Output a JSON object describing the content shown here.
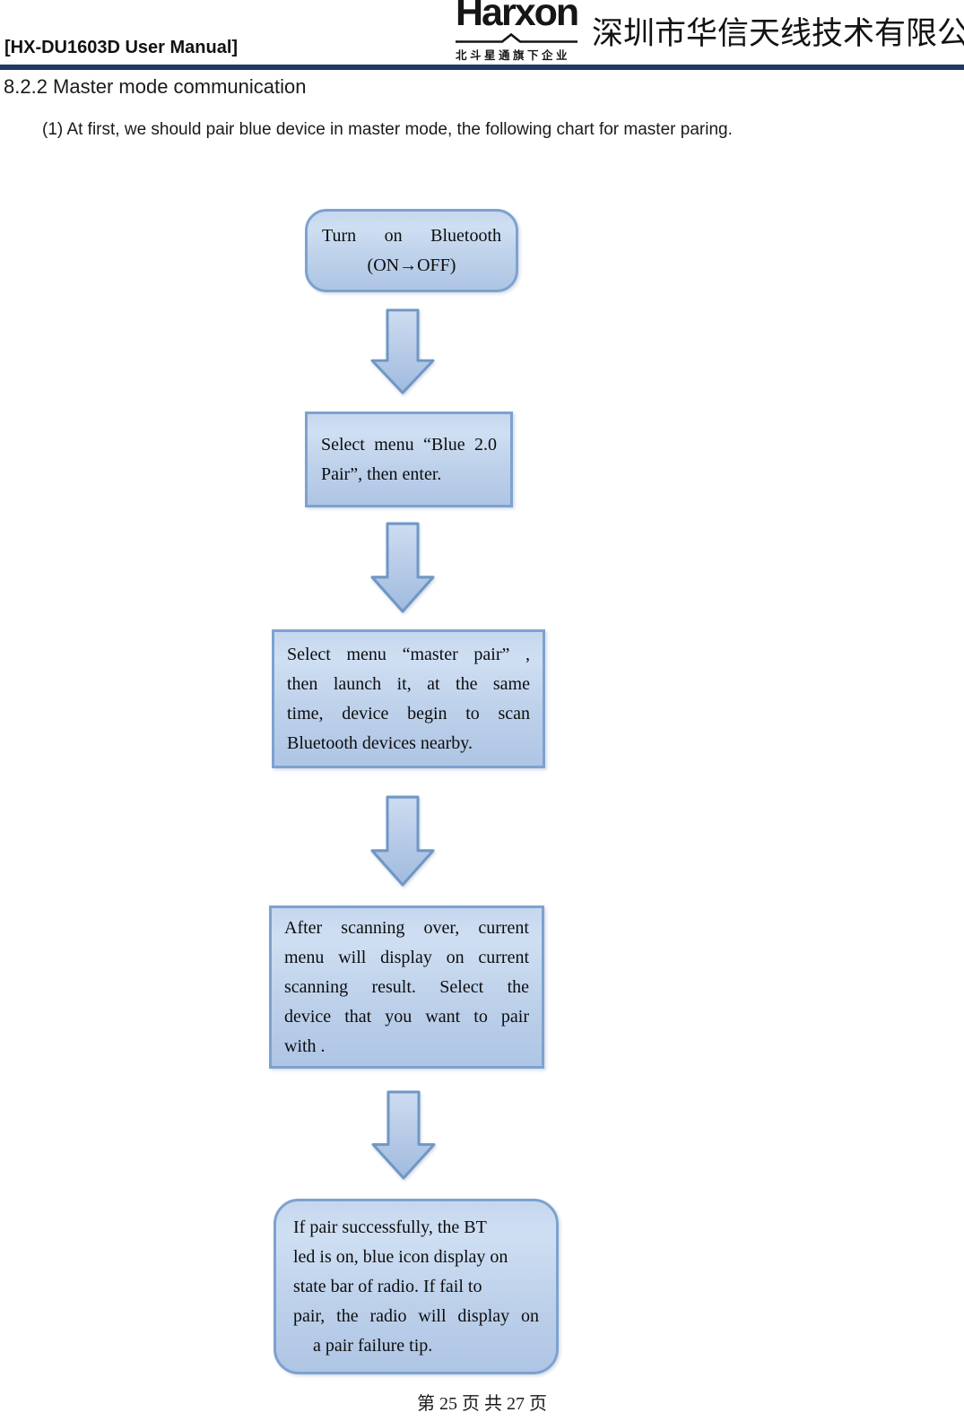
{
  "header": {
    "title": "[HX-DU1603D User Manual]",
    "logo": {
      "brand": "Harxon",
      "tagline": "北斗星通旗下企业",
      "mark_icon": "antenna-peak-underline"
    },
    "company": "深圳市华信天线技术有限公司"
  },
  "section": {
    "heading": "8.2.2 Master mode communication",
    "intro": "(1) At first, we should pair blue device in master mode, the following chart for master paring."
  },
  "flowchart": {
    "arrow_icon": "block-arrow-down",
    "boxes": [
      {
        "shape": "rounded-rectangle",
        "lines": [
          "Turn on Bluetooth",
          "(ON→OFF)"
        ]
      },
      {
        "shape": "rectangle",
        "lines": [
          "Select menu “Blue 2.0",
          "Pair”, then enter."
        ]
      },
      {
        "shape": "rectangle",
        "lines": [
          "Select menu “master pair” ,",
          "then launch it, at the same",
          "time, device begin to scan",
          "Bluetooth devices nearby."
        ]
      },
      {
        "shape": "rectangle",
        "lines": [
          "After scanning over, current",
          "menu will display on current",
          "scanning result. Select the",
          "device that you want to pair",
          "with ."
        ]
      },
      {
        "shape": "rounded-rectangle",
        "lines": [
          "If pair successfully, the BT",
          "led is on, blue icon display on",
          "state bar of radio. If fail to",
          "pair, the radio will display on",
          "a pair failure tip."
        ]
      }
    ]
  },
  "footer": {
    "page_label": "第 25 页 共 27 页"
  },
  "colors": {
    "header_rule": "#1f3864",
    "box_border": "#7ca2d0",
    "box_fill_light": "#cfdff3",
    "box_fill_dark": "#aec5e4",
    "arrow_border": "#6f97c6",
    "text": "#0d0d0d"
  }
}
